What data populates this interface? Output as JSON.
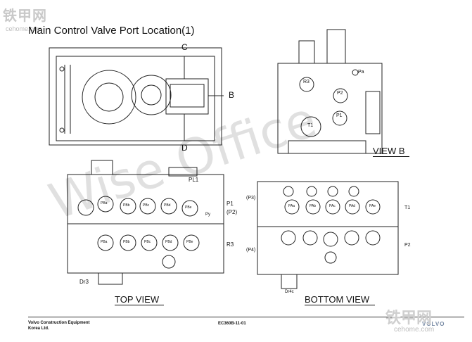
{
  "watermark": {
    "top_brand": "铁甲网",
    "top_url": "cehome.com",
    "bottom_brand": "铁甲网",
    "bottom_url": "cehome.com",
    "diagonal": "Wise Office"
  },
  "page": {
    "title": "Main Control Valve Port Location(1)"
  },
  "top_left_view": {
    "labels": {
      "c": "C",
      "b": "B",
      "d": "D"
    }
  },
  "view_b": {
    "label": "VIEW B",
    "ports": [
      "R3",
      "P2",
      "P1",
      "T1",
      "Pa"
    ]
  },
  "top_view": {
    "label": "TOP VIEW",
    "ports": [
      "PL1",
      "P1",
      "(P2)",
      "R3",
      "Dr3",
      "Py"
    ],
    "upper_row": [
      "PBa",
      "PBb",
      "PBc",
      "PBd",
      "PBe"
    ],
    "lower_row": [
      "PBa",
      "PBb",
      "PBc",
      "PBd",
      "PBe"
    ]
  },
  "bottom_view": {
    "label": "BOTTOM VIEW",
    "ports": [
      "(P3)",
      "T1",
      "P2",
      "(P4)",
      "Dr4c"
    ],
    "upper_row": [
      "PAa",
      "PAb",
      "PAc",
      "PAd",
      "PAe"
    ]
  },
  "footer": {
    "company_line1": "Volvo Construction Equipment",
    "company_line2": "Korea Ltd.",
    "doc_code": "EC360B-11-01",
    "brand": "VOLVO"
  }
}
